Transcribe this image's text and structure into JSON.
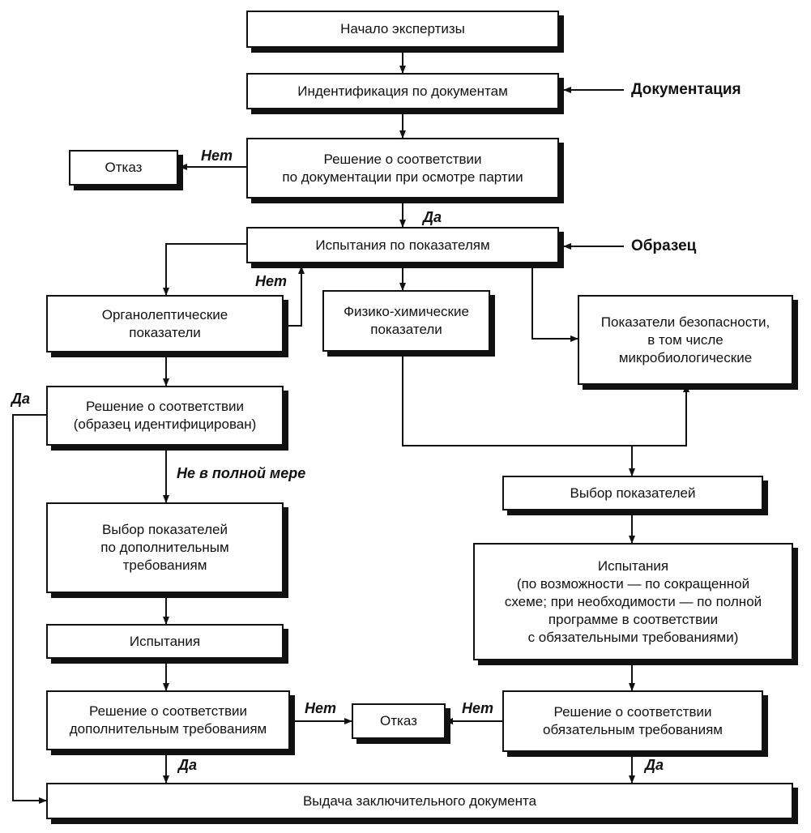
{
  "boxes": {
    "start": [
      "Начало экспертизы"
    ],
    "ident": [
      "Индентификация по документам"
    ],
    "decision_docs": [
      "Решение о соответствии",
      "по документации при осмотре партии"
    ],
    "refusal_top": [
      "Отказ"
    ],
    "tests_indicators": [
      "Испытания по показателям"
    ],
    "organoleptic": [
      "Органолептические",
      "показатели"
    ],
    "physchem": [
      "Физико-химические",
      "показатели"
    ],
    "safety": [
      "Показатели безопасности,",
      "в том числе",
      "микробиологические"
    ],
    "decision_sample": [
      "Решение о соответствии",
      "(образец идентифицирован)"
    ],
    "select_indicators": [
      "Выбор показателей"
    ],
    "select_additional": [
      "Выбор показателей",
      "по дополнительным",
      "требованиям"
    ],
    "tests_mandatory": [
      "Испытания",
      "(по возможности — по сокращенной",
      "схеме; при необходимости — по полной",
      "программе в соответствии",
      "с обязательными требованиями)"
    ],
    "tests": [
      "Испытания"
    ],
    "decision_additional": [
      "Решение о соответствии",
      "дополнительным требованиям"
    ],
    "refusal_bottom": [
      "Отказ"
    ],
    "decision_mandatory": [
      "Решение о соответствии",
      "обязательным требованиям"
    ],
    "final_doc": [
      "Выдача заключительного документа"
    ]
  },
  "external_inputs": {
    "documentation": "Документация",
    "sample": "Образец"
  },
  "edge_labels": {
    "no_refusal_top": "Нет",
    "yes_to_tests": "Да",
    "no_organoleptic": "Нет",
    "yes_left": "Да",
    "partial": "Не в полной мере",
    "no_left": "Нет",
    "no_right": "Нет",
    "yes_additional": "Да",
    "yes_mandatory": "Да"
  }
}
